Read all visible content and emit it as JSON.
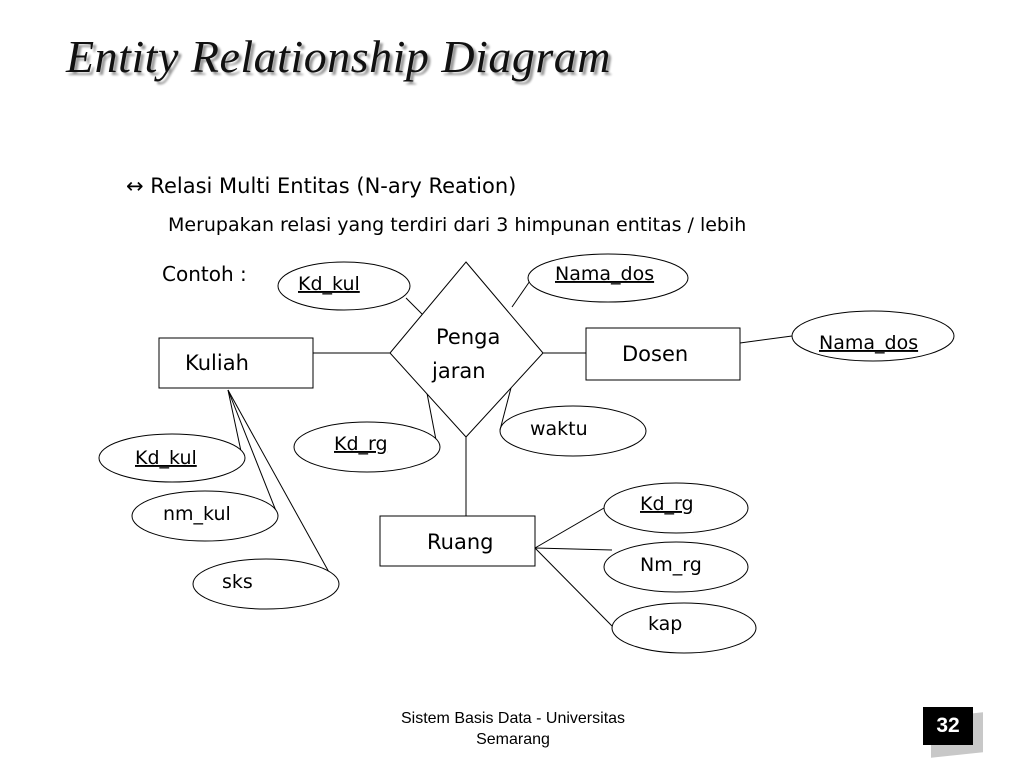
{
  "slide": {
    "title": "Entity Relationship Diagram",
    "bullet_symbol": "↔",
    "heading": "Relasi Multi Entitas (N-ary Reation)",
    "description": "Merupakan relasi yang terdiri dari 3 himpunan entitas / lebih",
    "example_label": "Contoh :"
  },
  "diagram": {
    "relationship": {
      "line1": "Penga",
      "line2": "jaran"
    },
    "entities": {
      "kuliah": "Kuliah",
      "dosen": "Dosen",
      "ruang": "Ruang"
    },
    "attributes": {
      "rel_kd_kul": "Kd_kul",
      "rel_nama_dos": "Nama_dos",
      "rel_kd_rg": "Kd_rg",
      "rel_waktu": "waktu",
      "dosen_nama_dos": "Nama_dos",
      "kuliah_kd_kul": "Kd_kul",
      "kuliah_nm_kul": "nm_kul",
      "kuliah_sks": "sks",
      "ruang_kd_rg": "Kd_rg",
      "ruang_nm_rg": "Nm_rg",
      "ruang_kap": "kap"
    }
  },
  "footer": {
    "line1": "Sistem Basis Data - Universitas",
    "line2": "Semarang"
  },
  "page_number": "32"
}
